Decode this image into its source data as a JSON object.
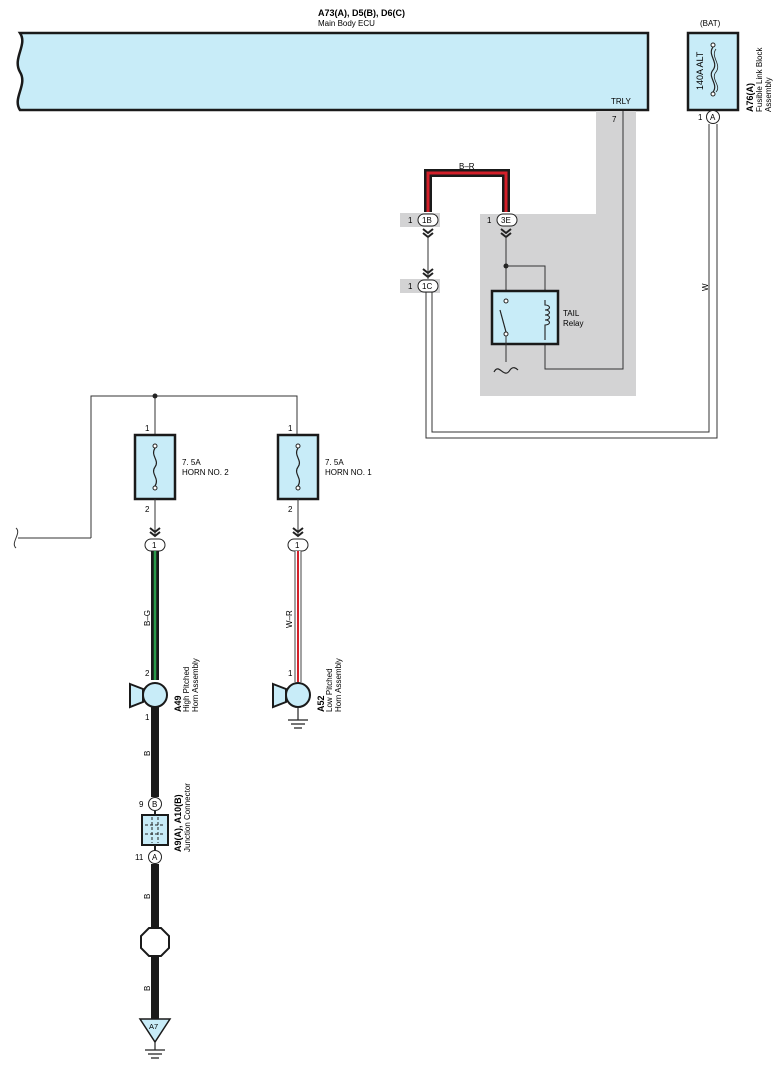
{
  "colors": {
    "box_fill": "#c8ecf8",
    "shade": "#d3d3d4",
    "wire_red": "#d3202a",
    "wire_green": "#2a9a4a"
  },
  "ecu": {
    "connectors": "A73(A), D5(B), D6(C)",
    "name": "Main Body ECU",
    "pin_label": "TRLY",
    "pin_num": "7"
  },
  "bat": {
    "label": "(BAT)",
    "fuse": "140A ALT",
    "connector": "A76(A)",
    "name_line1": "Fusible Link Block",
    "name_line2": "Assembly",
    "pin": "1",
    "pin_letter": "A",
    "wire": "W"
  },
  "relay": {
    "name_line1": "TAIL",
    "name_line2": "Relay",
    "wire": "B–R",
    "pin_1b": "1B",
    "pin_3e": "3E",
    "pin_1c": "1C",
    "pin_num": "1"
  },
  "fuse_horn2": {
    "rating": "7. 5A",
    "name": "HORN NO. 2",
    "pin_top": "1",
    "pin_bot": "2"
  },
  "fuse_horn1": {
    "rating": "7. 5A",
    "name": "HORN NO. 1",
    "pin_top": "1",
    "pin_bot": "2"
  },
  "high_horn": {
    "conn_pin": "1",
    "wire": "B–G",
    "pin_top": "2",
    "pin_bot": "1",
    "connector": "A49",
    "name_line1": "High Pitched",
    "name_line2": "Horn Assembly"
  },
  "low_horn": {
    "conn_pin": "1",
    "wire": "W–R",
    "pin_top": "1",
    "connector": "A52",
    "name_line1": "Low Pitched",
    "name_line2": "Horn Assembly"
  },
  "junction": {
    "wire_top": "B",
    "pin_top": "9",
    "pin_top_letter": "B",
    "pin_bot": "11",
    "pin_bot_letter": "A",
    "connector": "A9(A), A10(B)",
    "name": "Junction Connector",
    "wire_bot": "B",
    "wire_ground": "B"
  },
  "ground": {
    "label": "A7"
  }
}
